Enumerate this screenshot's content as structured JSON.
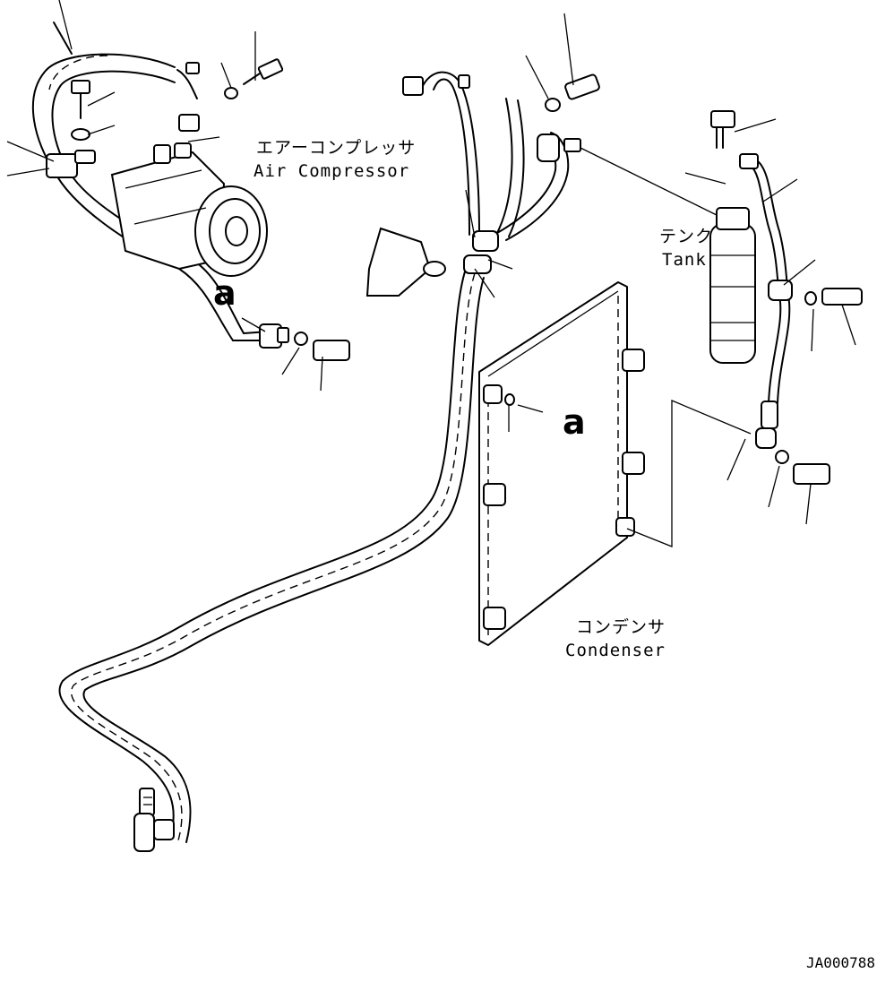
{
  "labels": {
    "compressor_jp": "エアーコンプレッサ",
    "compressor_en": "Air Compressor",
    "tank_jp": "テンク",
    "tank_en": "Tank",
    "condenser_jp": "コンデンサ",
    "condenser_en": "Condenser",
    "mark_a": "a",
    "figure_id": "JA000788"
  }
}
